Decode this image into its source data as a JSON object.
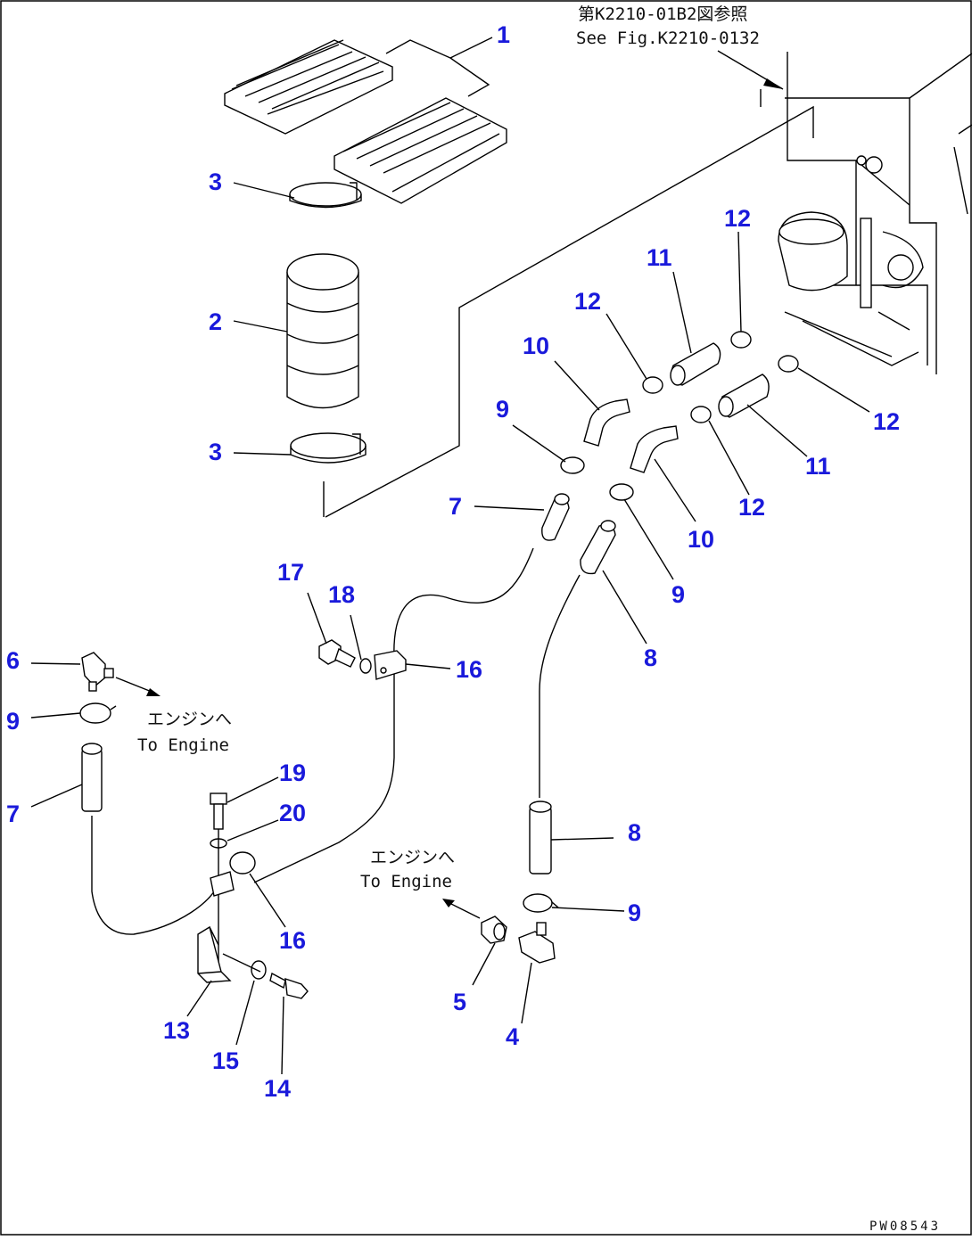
{
  "reference": {
    "jp": "第K2210-01B2図参照",
    "en": "See Fig.K2210-0132"
  },
  "engine_notes": [
    {
      "jp": "エンジンへ",
      "en": "To Engine"
    },
    {
      "jp": "エンジンへ",
      "en": "To Engine"
    }
  ],
  "callouts": [
    "1",
    "3",
    "2",
    "3",
    "12",
    "11",
    "12",
    "10",
    "9",
    "12",
    "11",
    "12",
    "10",
    "7",
    "9",
    "8",
    "17",
    "18",
    "16",
    "6",
    "9",
    "7",
    "19",
    "20",
    "8",
    "16",
    "9",
    "5",
    "4",
    "13",
    "15",
    "14"
  ],
  "drawing_code": "PW08543",
  "colors": {
    "callout": "#1a1adb",
    "line": "#000000",
    "background": "#ffffff"
  }
}
